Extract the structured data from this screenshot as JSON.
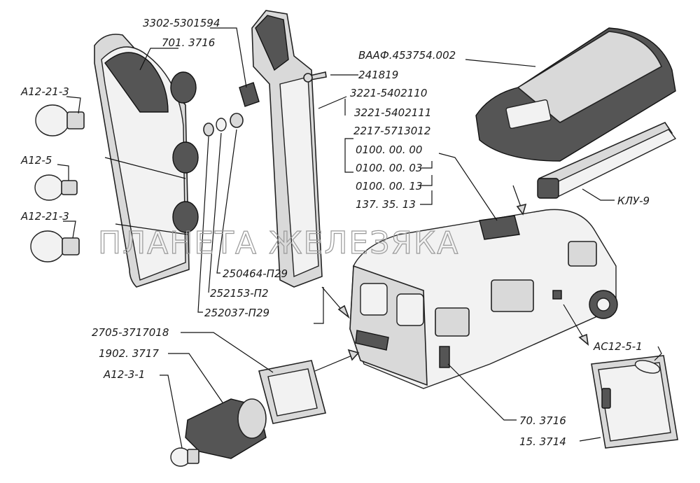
{
  "watermark": "ПЛАНЕТА ЖЕЛЕЗЯКА",
  "labels": {
    "p3302": "3302-5301594",
    "p701": "701. 3716",
    "a12_21_3_top": "А12-21-3",
    "a12_5": "А12-5",
    "a12_21_3_bottom": "А12-21-3",
    "vaaf": "ВААФ.453754.002",
    "p241819": "241819",
    "p3221_0": "3221-5402110",
    "p3221_1": "3221-5402111",
    "p2217": "2217-5713012",
    "p0100_00": "0100. 00. 00",
    "p0100_03": "0100. 00. 03",
    "p0100_13": "0100. 00. 13",
    "p137": "137. 35. 13",
    "klu9": "КЛУ-9",
    "p250464": "250464-П29",
    "p252153": "252153-П2",
    "p252037": "252037-П29",
    "p2705": "2705-3717018",
    "p1902": "1902. 3717",
    "a12_3_1": "А12-3-1",
    "ac12": "АС12-5-1",
    "p70": "70. 3716",
    "p15": "15. 3714"
  }
}
